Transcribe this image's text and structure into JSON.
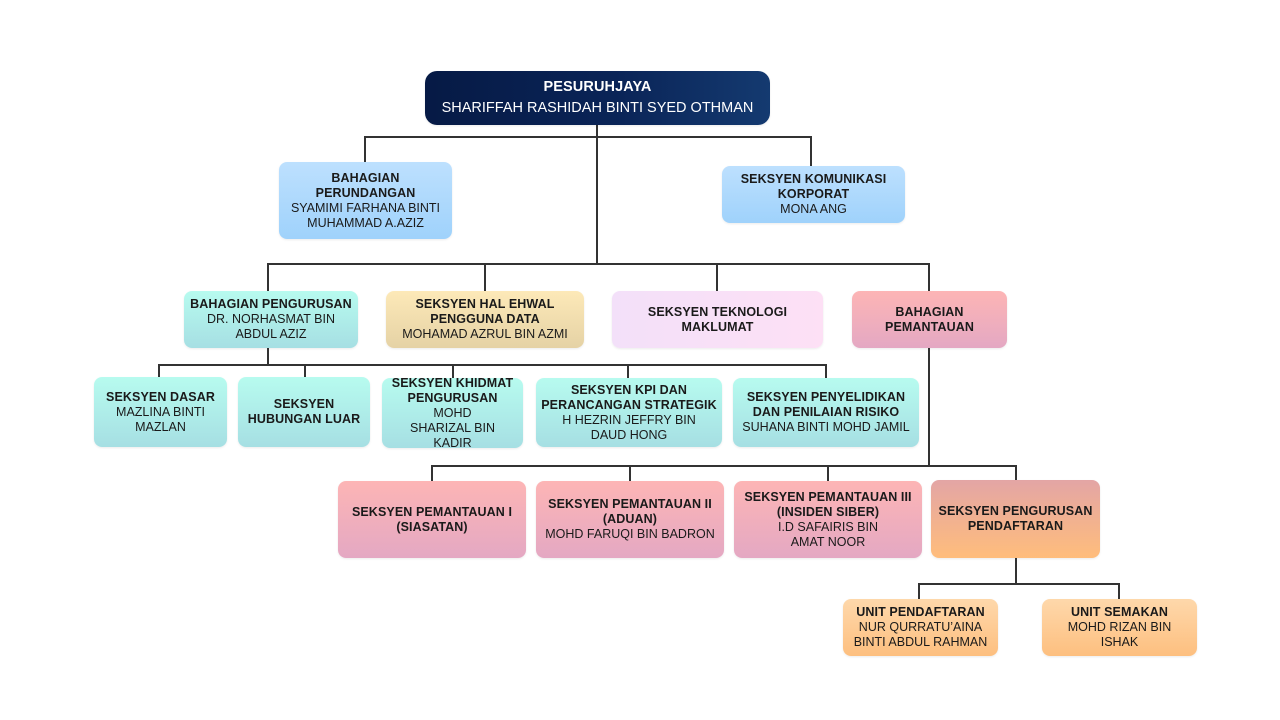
{
  "chart": {
    "title": "Organization chart",
    "line_color": "#333333",
    "nodes": {
      "pesuruhjaya": {
        "title": "PESURUHJAYA",
        "name": "SHARIFFAH RASHIDAH BINTI SYED OTHMAN",
        "color": "#0a2457"
      },
      "bahagian_perundangan": {
        "title": "BAHAGIAN PERUNDANGAN",
        "name": "SYAMIMI FARHANA BINTI MUHAMMAD A.AZIZ",
        "color": "#aad7fc"
      },
      "seksyen_komunikasi_korporat": {
        "title": "SEKSYEN KOMUNIKASI KORPORAT",
        "name": "MONA ANG",
        "color": "#aad7fc"
      },
      "bahagian_pengurusan": {
        "title": "BAHAGIAN PENGURUSAN",
        "name": "DR. NORHASMAT BIN ABDUL AZIZ",
        "color": "#aeeeea"
      },
      "seksyen_hal_ehwal_pengguna_data": {
        "title": "SEKSYEN HAL EHWAL PENGGUNA DATA",
        "name": "MOHAMAD AZRUL BIN AZMI",
        "color": "#f3ddae"
      },
      "seksyen_teknologi_maklumat": {
        "title": "SEKSYEN TEKNOLOGI MAKLUMAT",
        "name": "",
        "color": "#f8e0f7"
      },
      "bahagian_pemantauan": {
        "title": "BAHAGIAN PEMANTAUAN",
        "name": "",
        "color": "#f1b0bb"
      },
      "seksyen_dasar": {
        "title": "SEKSYEN DASAR",
        "name": "MAZLINA BINTI MAZLAN",
        "color": "#aeeeea"
      },
      "seksyen_hubungan_luar": {
        "title": "SEKSYEN HUBUNGAN LUAR",
        "name": "",
        "color": "#aeeeea"
      },
      "seksyen_khidmat_pengurusan": {
        "title": "SEKSYEN KHIDMAT PENGURUSAN",
        "name": "MOHD SHARIZAL BIN KADIR",
        "color": "#aeeeea"
      },
      "seksyen_kpi": {
        "title": "SEKSYEN KPI DAN PERANCANGAN STRATEGIK",
        "name": "H HEZRIN JEFFRY BIN DAUD HONG",
        "color": "#aeeeea"
      },
      "seksyen_penyelidikan": {
        "title": "SEKSYEN PENYELIDIKAN DAN PENILAIAN RISIKO",
        "name": "SUHANA BINTI MOHD JAMIL",
        "color": "#aeeeea"
      },
      "seksyen_pemantauan_1": {
        "title": "SEKSYEN PEMANTAUAN I (SIASATAN)",
        "name": "",
        "color": "#f1b0bb"
      },
      "seksyen_pemantauan_2": {
        "title": "SEKSYEN PEMANTAUAN II (ADUAN)",
        "name": "MOHD FARUQI BIN BADRON",
        "color": "#f1b0bb"
      },
      "seksyen_pemantauan_3": {
        "title": "SEKSYEN PEMANTAUAN III (INSIDEN SIBER)",
        "name": "I.D SAFAIRIS BIN AMAT NOOR",
        "color": "#f1b0bb"
      },
      "seksyen_pengurusan_pendaftaran": {
        "title": "SEKSYEN PENGURUSAN PENDAFTARAN",
        "name": "",
        "color": "#f2b08f"
      },
      "unit_pendaftaran": {
        "title": "UNIT PENDAFTARAN",
        "name": "NUR QURRATU’AINA BINTI ABDUL RAHMAN",
        "color": "#fdca93"
      },
      "unit_semakan": {
        "title": "UNIT SEMAKAN",
        "name": "MOHD RIZAN BIN ISHAK",
        "color": "#fdca93"
      }
    }
  }
}
